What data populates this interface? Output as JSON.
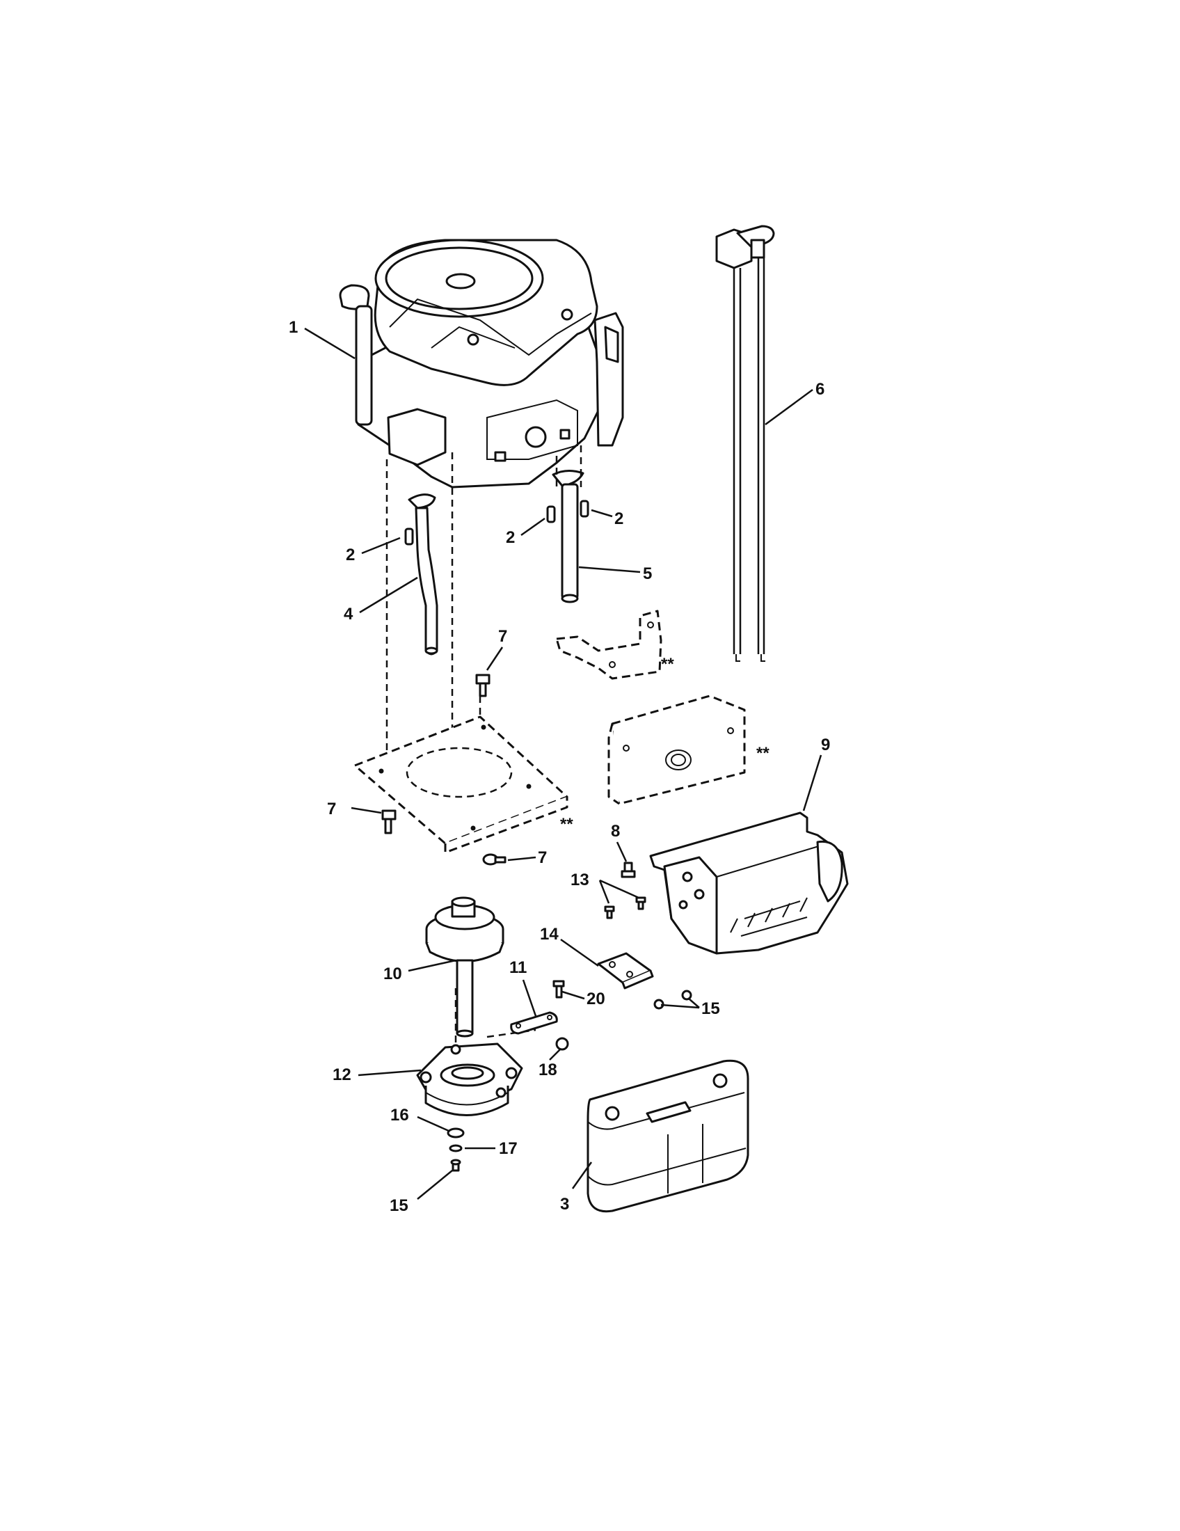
{
  "labels": {
    "l1": "1",
    "l2a": "2",
    "l2b": "2",
    "l2c": "2",
    "l3": "3",
    "l4": "4",
    "l5": "5",
    "l6": "6",
    "l7a": "7",
    "l7b": "7",
    "l7c": "7",
    "l8": "8",
    "l9": "9",
    "l10": "10",
    "l11": "11",
    "l12": "12",
    "l13": "13",
    "l14": "14",
    "l15a": "15",
    "l15b": "15",
    "l16": "16",
    "l17": "17",
    "l18": "18",
    "l20": "20",
    "s1": "**",
    "s2": "**",
    "s3": "**"
  }
}
